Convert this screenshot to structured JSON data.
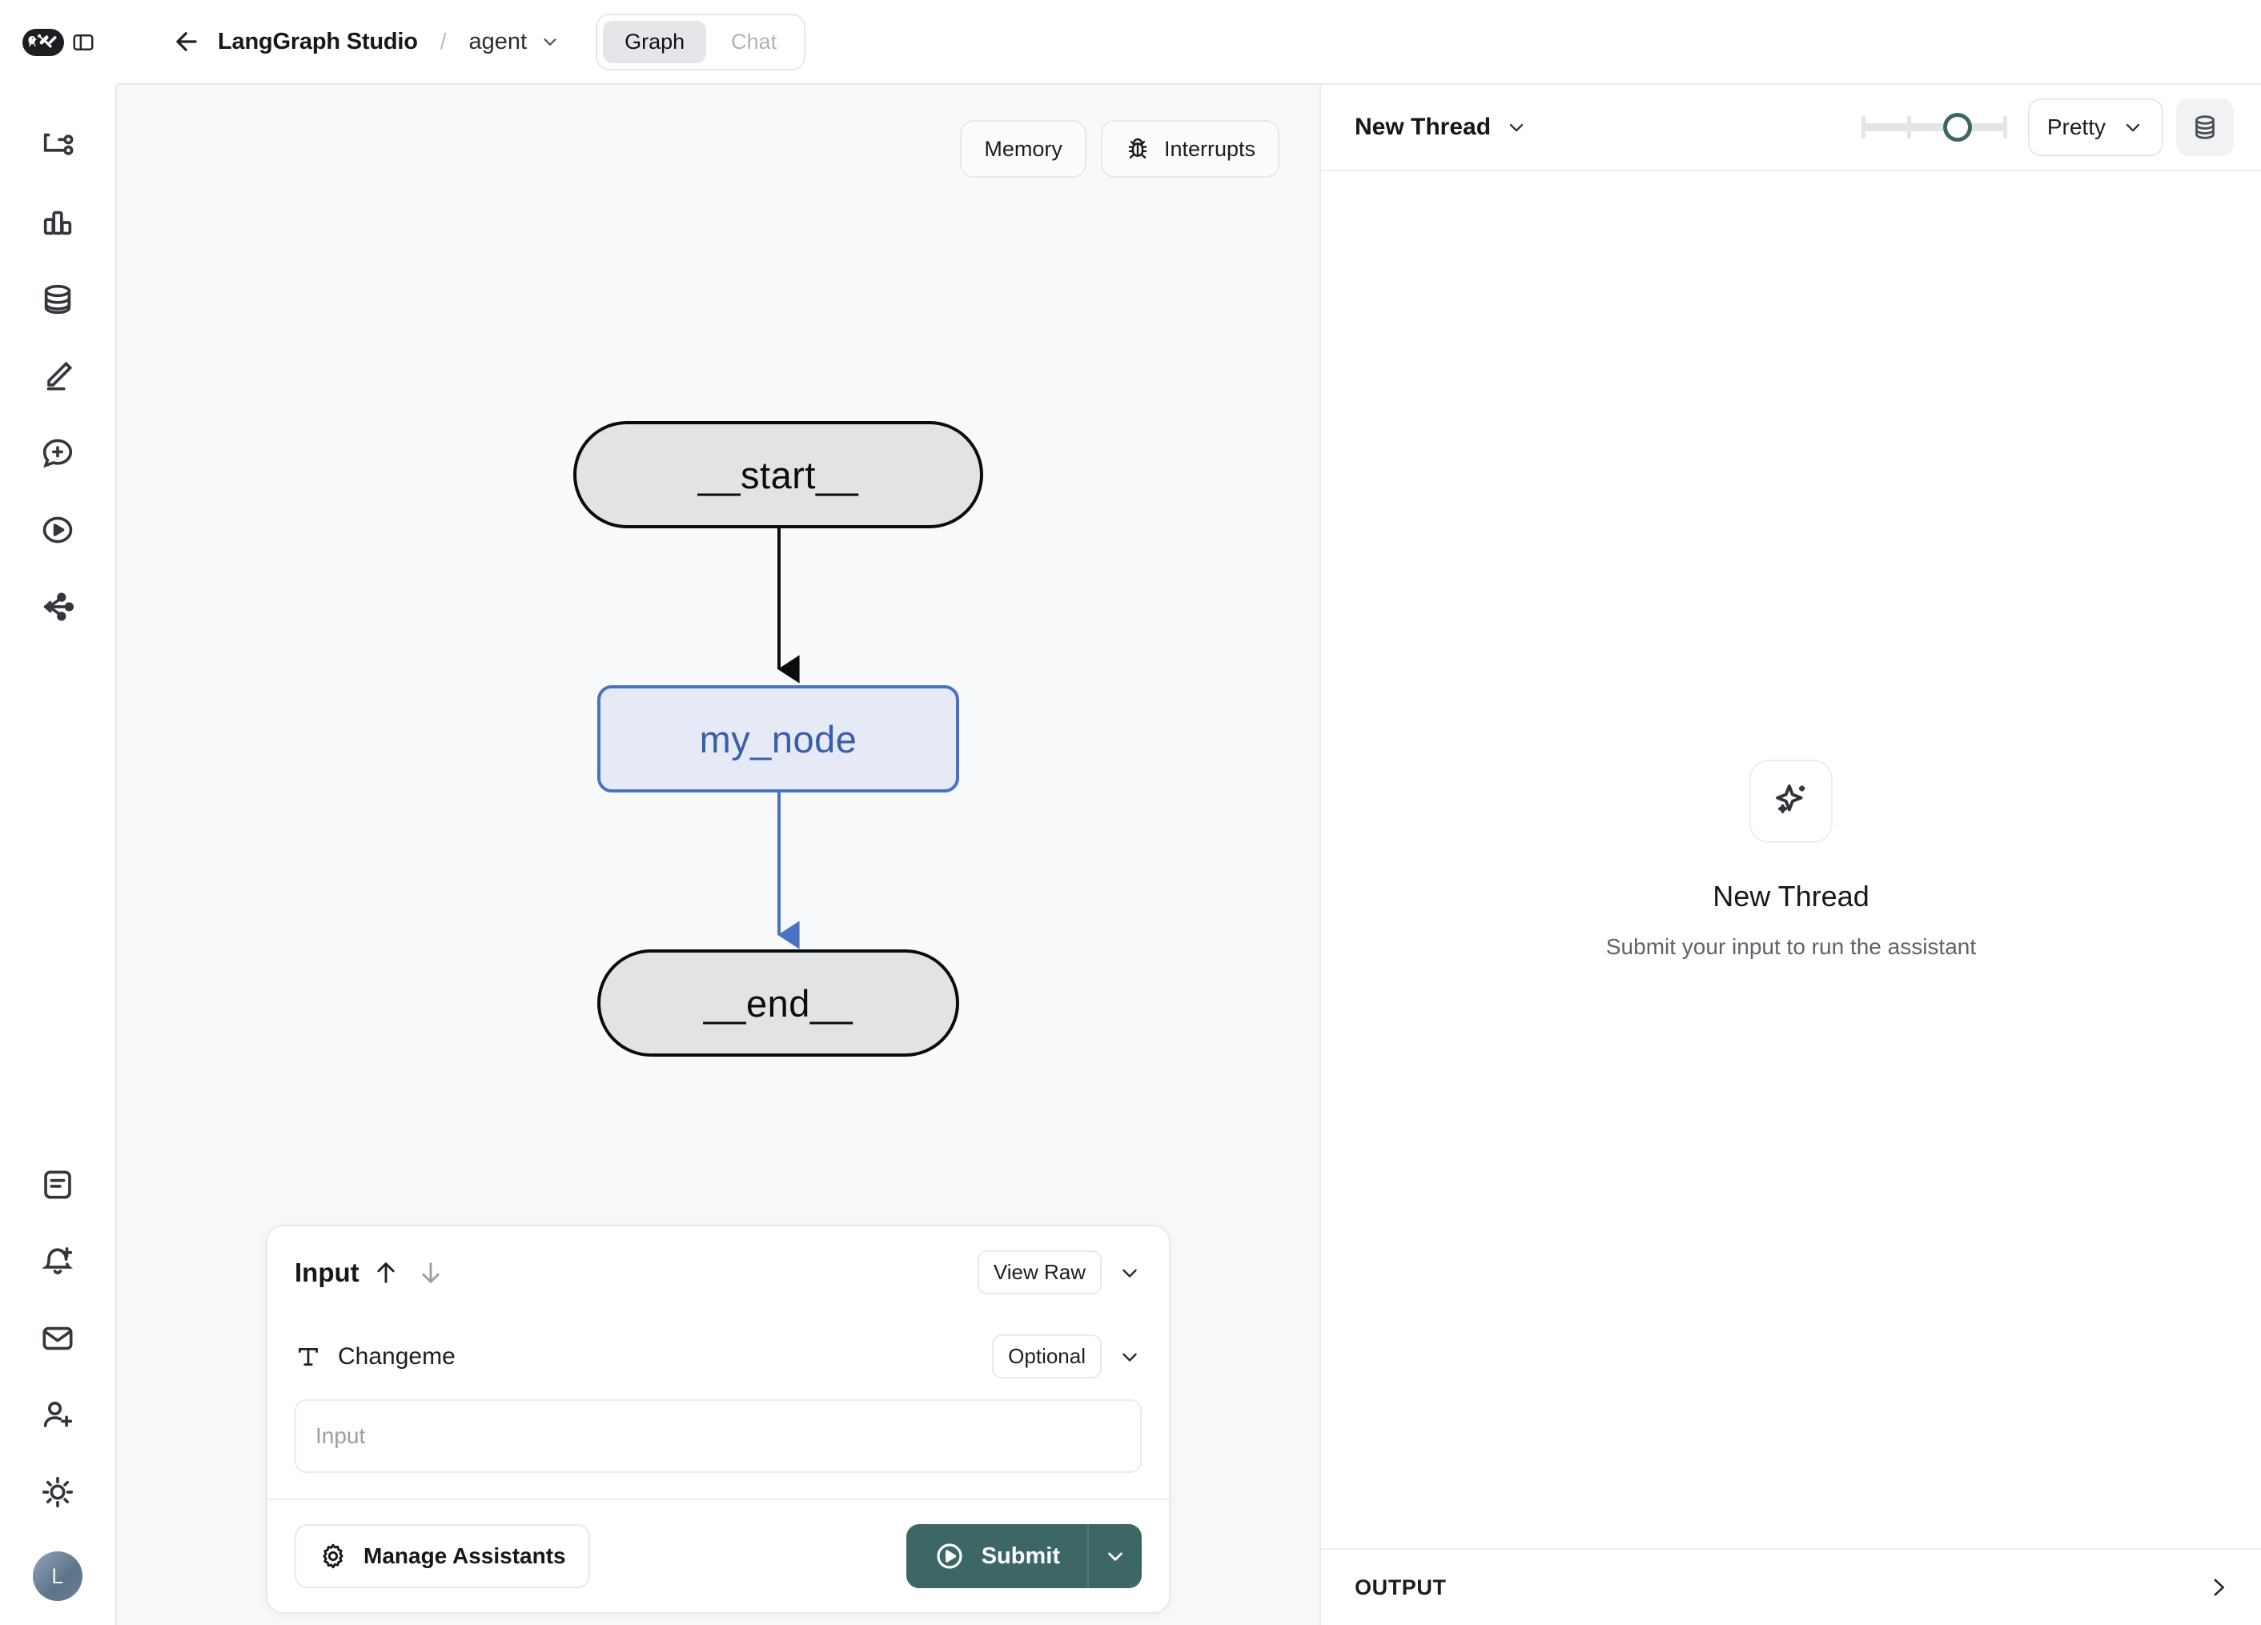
{
  "app": {
    "brand_icon": "langchain-parrot-tools-logo",
    "panel_toggle_icon": "sidebar-toggle-icon"
  },
  "topbar": {
    "back_icon": "arrow-left-icon",
    "title": "LangGraph Studio",
    "separator": "/",
    "agent": "agent",
    "agent_chevron_icon": "chevron-down-icon",
    "tabs": [
      {
        "label": "Graph",
        "active": true
      },
      {
        "label": "Chat",
        "active": false
      }
    ]
  },
  "sidebar": {
    "top_items": [
      {
        "name": "graph-icon",
        "label": "Graph"
      },
      {
        "name": "chart-bar-icon",
        "label": "Metrics"
      },
      {
        "name": "database-icon",
        "label": "Datasets"
      },
      {
        "name": "pencil-edit-icon",
        "label": "Annotate"
      },
      {
        "name": "chat-plus-icon",
        "label": "Prompts"
      },
      {
        "name": "play-circle-icon",
        "label": "Playground"
      },
      {
        "name": "share-nodes-icon",
        "label": "Deployments"
      }
    ],
    "bottom_items": [
      {
        "name": "document-text-icon",
        "label": "Docs"
      },
      {
        "name": "bell-plus-icon",
        "label": "Alerts"
      },
      {
        "name": "envelope-icon",
        "label": "Messages"
      },
      {
        "name": "user-plus-icon",
        "label": "Invite"
      },
      {
        "name": "sun-icon",
        "label": "Theme"
      }
    ],
    "avatar_initial": "L"
  },
  "graph_panel": {
    "tools": [
      {
        "label": "Memory",
        "icon": null
      },
      {
        "label": "Interrupts",
        "icon": "bug-icon"
      }
    ],
    "nodes": [
      {
        "id": "start",
        "label": "__start__",
        "type": "terminal"
      },
      {
        "id": "my_node",
        "label": "my_node",
        "type": "active"
      },
      {
        "id": "end",
        "label": "__end__",
        "type": "terminal"
      }
    ],
    "edges": [
      {
        "from": "start",
        "to": "my_node",
        "color": "#0b0c0e"
      },
      {
        "from": "my_node",
        "to": "end",
        "color": "#4a72c4"
      }
    ]
  },
  "input_card": {
    "title": "Input",
    "arrow_up_icon": "arrow-up-icon",
    "arrow_down_icon": "arrow-down-icon",
    "view_raw_label": "View Raw",
    "collapse_icon": "chevron-down-icon",
    "field": {
      "type_icon": "text-type-icon",
      "label": "Changeme",
      "badge": "Optional",
      "badge_chevron_icon": "chevron-down-icon",
      "value": "",
      "placeholder": "Input"
    },
    "manage_assistants_label": "Manage Assistants",
    "manage_assistants_icon": "gear-icon",
    "submit_label": "Submit",
    "submit_icon": "play-circle-icon",
    "submit_caret_icon": "chevron-down-icon"
  },
  "right_panel": {
    "thread_name": "New Thread",
    "thread_chevron_icon": "chevron-down-icon",
    "slider": {
      "ticks": 4,
      "value": 3,
      "accent": "#3c6764"
    },
    "format_label": "Pretty",
    "format_chevron_icon": "chevron-down-icon",
    "database_icon": "database-icon",
    "empty_state": {
      "icon": "sparkles-icon",
      "title": "New Thread",
      "subtitle": "Submit your input to run the assistant"
    },
    "footer_label": "OUTPUT",
    "footer_chevron_icon": "chevron-right-icon"
  },
  "colors": {
    "accent_teal": "#3c6764",
    "node_active_border": "#4a72c4",
    "node_active_fill": "#e5eaf6",
    "node_terminal_fill": "#e2e3e5",
    "canvas_bg": "#f8f9fb"
  }
}
